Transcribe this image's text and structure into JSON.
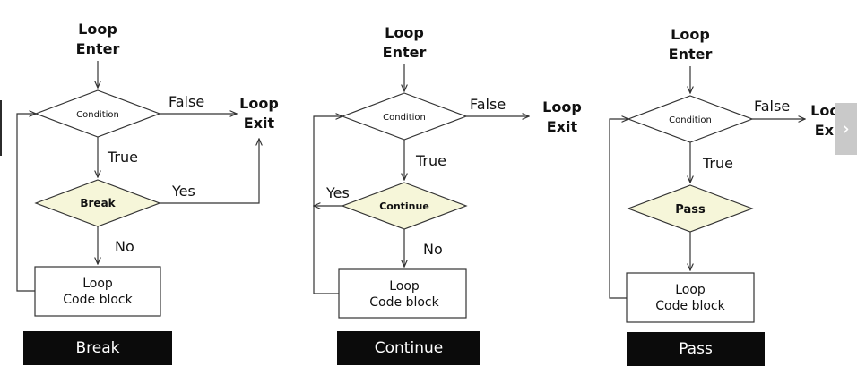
{
  "panels": [
    {
      "enter_line1": "Loop",
      "enter_line2": "Enter",
      "condition": "Condition",
      "false_label": "False",
      "exit_line1": "Loop",
      "exit_line2": "Exit",
      "true_label": "True",
      "statement": "Break",
      "yes_label": "Yes",
      "no_label": "No",
      "code_line1": "Loop",
      "code_line2": "Code block",
      "caption": "Break"
    },
    {
      "enter_line1": "Loop",
      "enter_line2": "Enter",
      "condition": "Condition",
      "false_label": "False",
      "exit_line1": "Loop",
      "exit_line2": "Exit",
      "true_label": "True",
      "statement": "Continue",
      "yes_label": "Yes",
      "no_label": "No",
      "code_line1": "Loop",
      "code_line2": "Code block",
      "caption": "Continue"
    },
    {
      "enter_line1": "Loop",
      "enter_line2": "Enter",
      "condition": "Condition",
      "false_label": "False",
      "exit_line1": "Loop",
      "exit_line2": "Exit",
      "true_label": "True",
      "statement": "Pass",
      "code_line1": "Loop",
      "code_line2": "Code block",
      "caption": "Pass"
    }
  ],
  "nav": {
    "next_icon": "chevron-right-icon"
  },
  "colors": {
    "statement_fill": "#f6f6d9",
    "caption_bg": "#0b0b0b",
    "line": "#333333"
  }
}
